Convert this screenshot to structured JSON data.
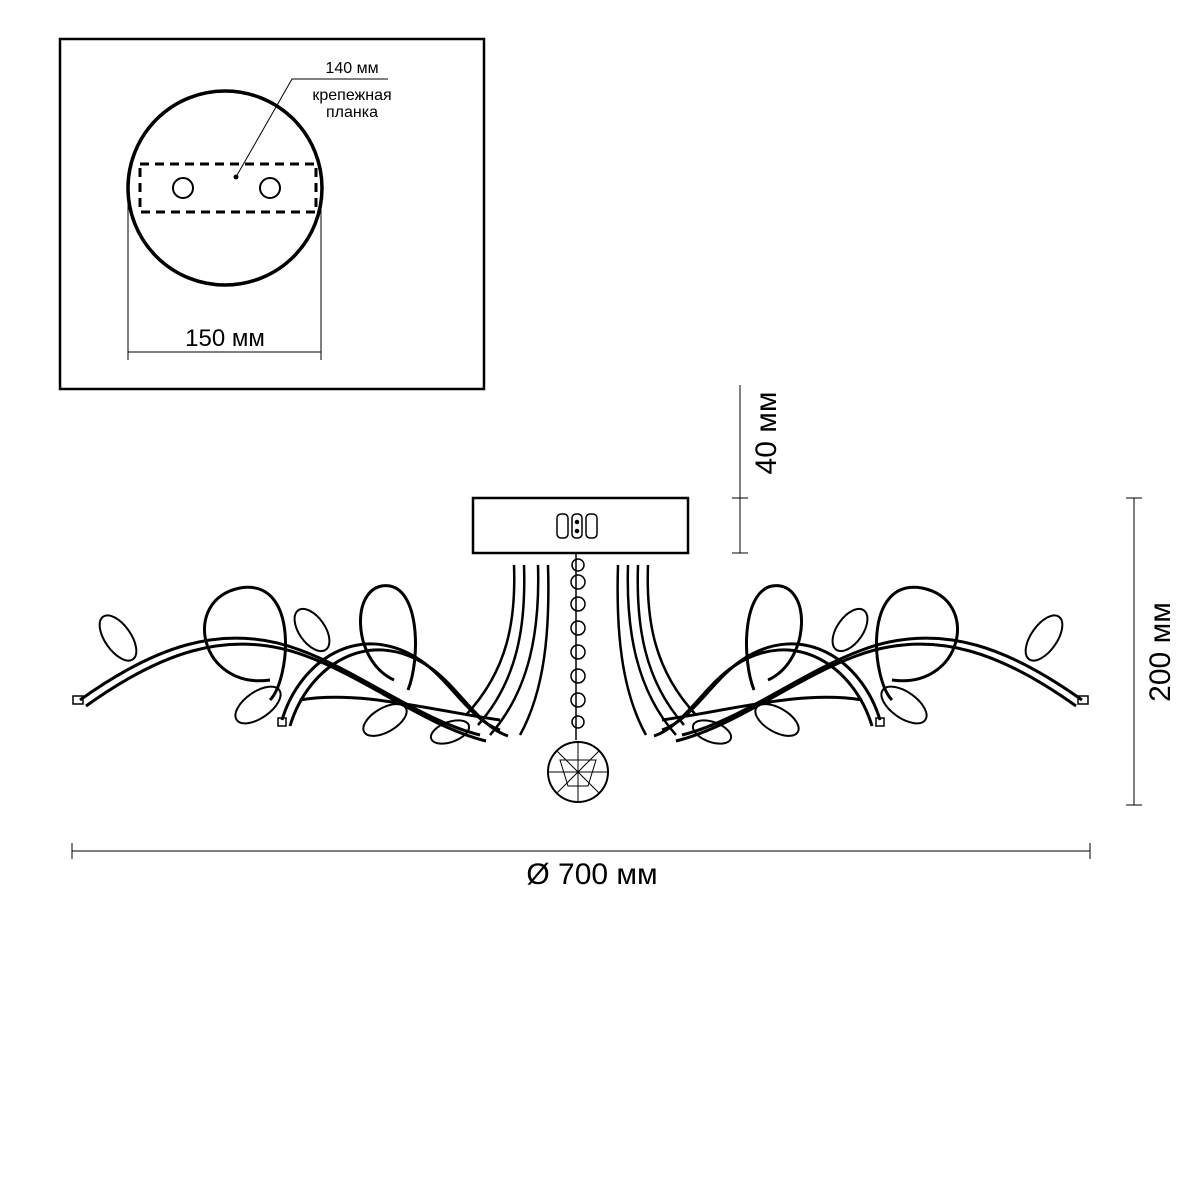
{
  "colors": {
    "line": "#000000",
    "background": "#ffffff"
  },
  "mount_detail": {
    "plate_width_label": "140 мм",
    "plate_name_line1": "крепежная",
    "plate_name_line2": "планка",
    "canopy_diameter_label": "150 мм"
  },
  "dimensions": {
    "canopy_height_label": "40 мм",
    "total_height_label": "200 мм",
    "diameter_label": "Ø 700 мм"
  }
}
